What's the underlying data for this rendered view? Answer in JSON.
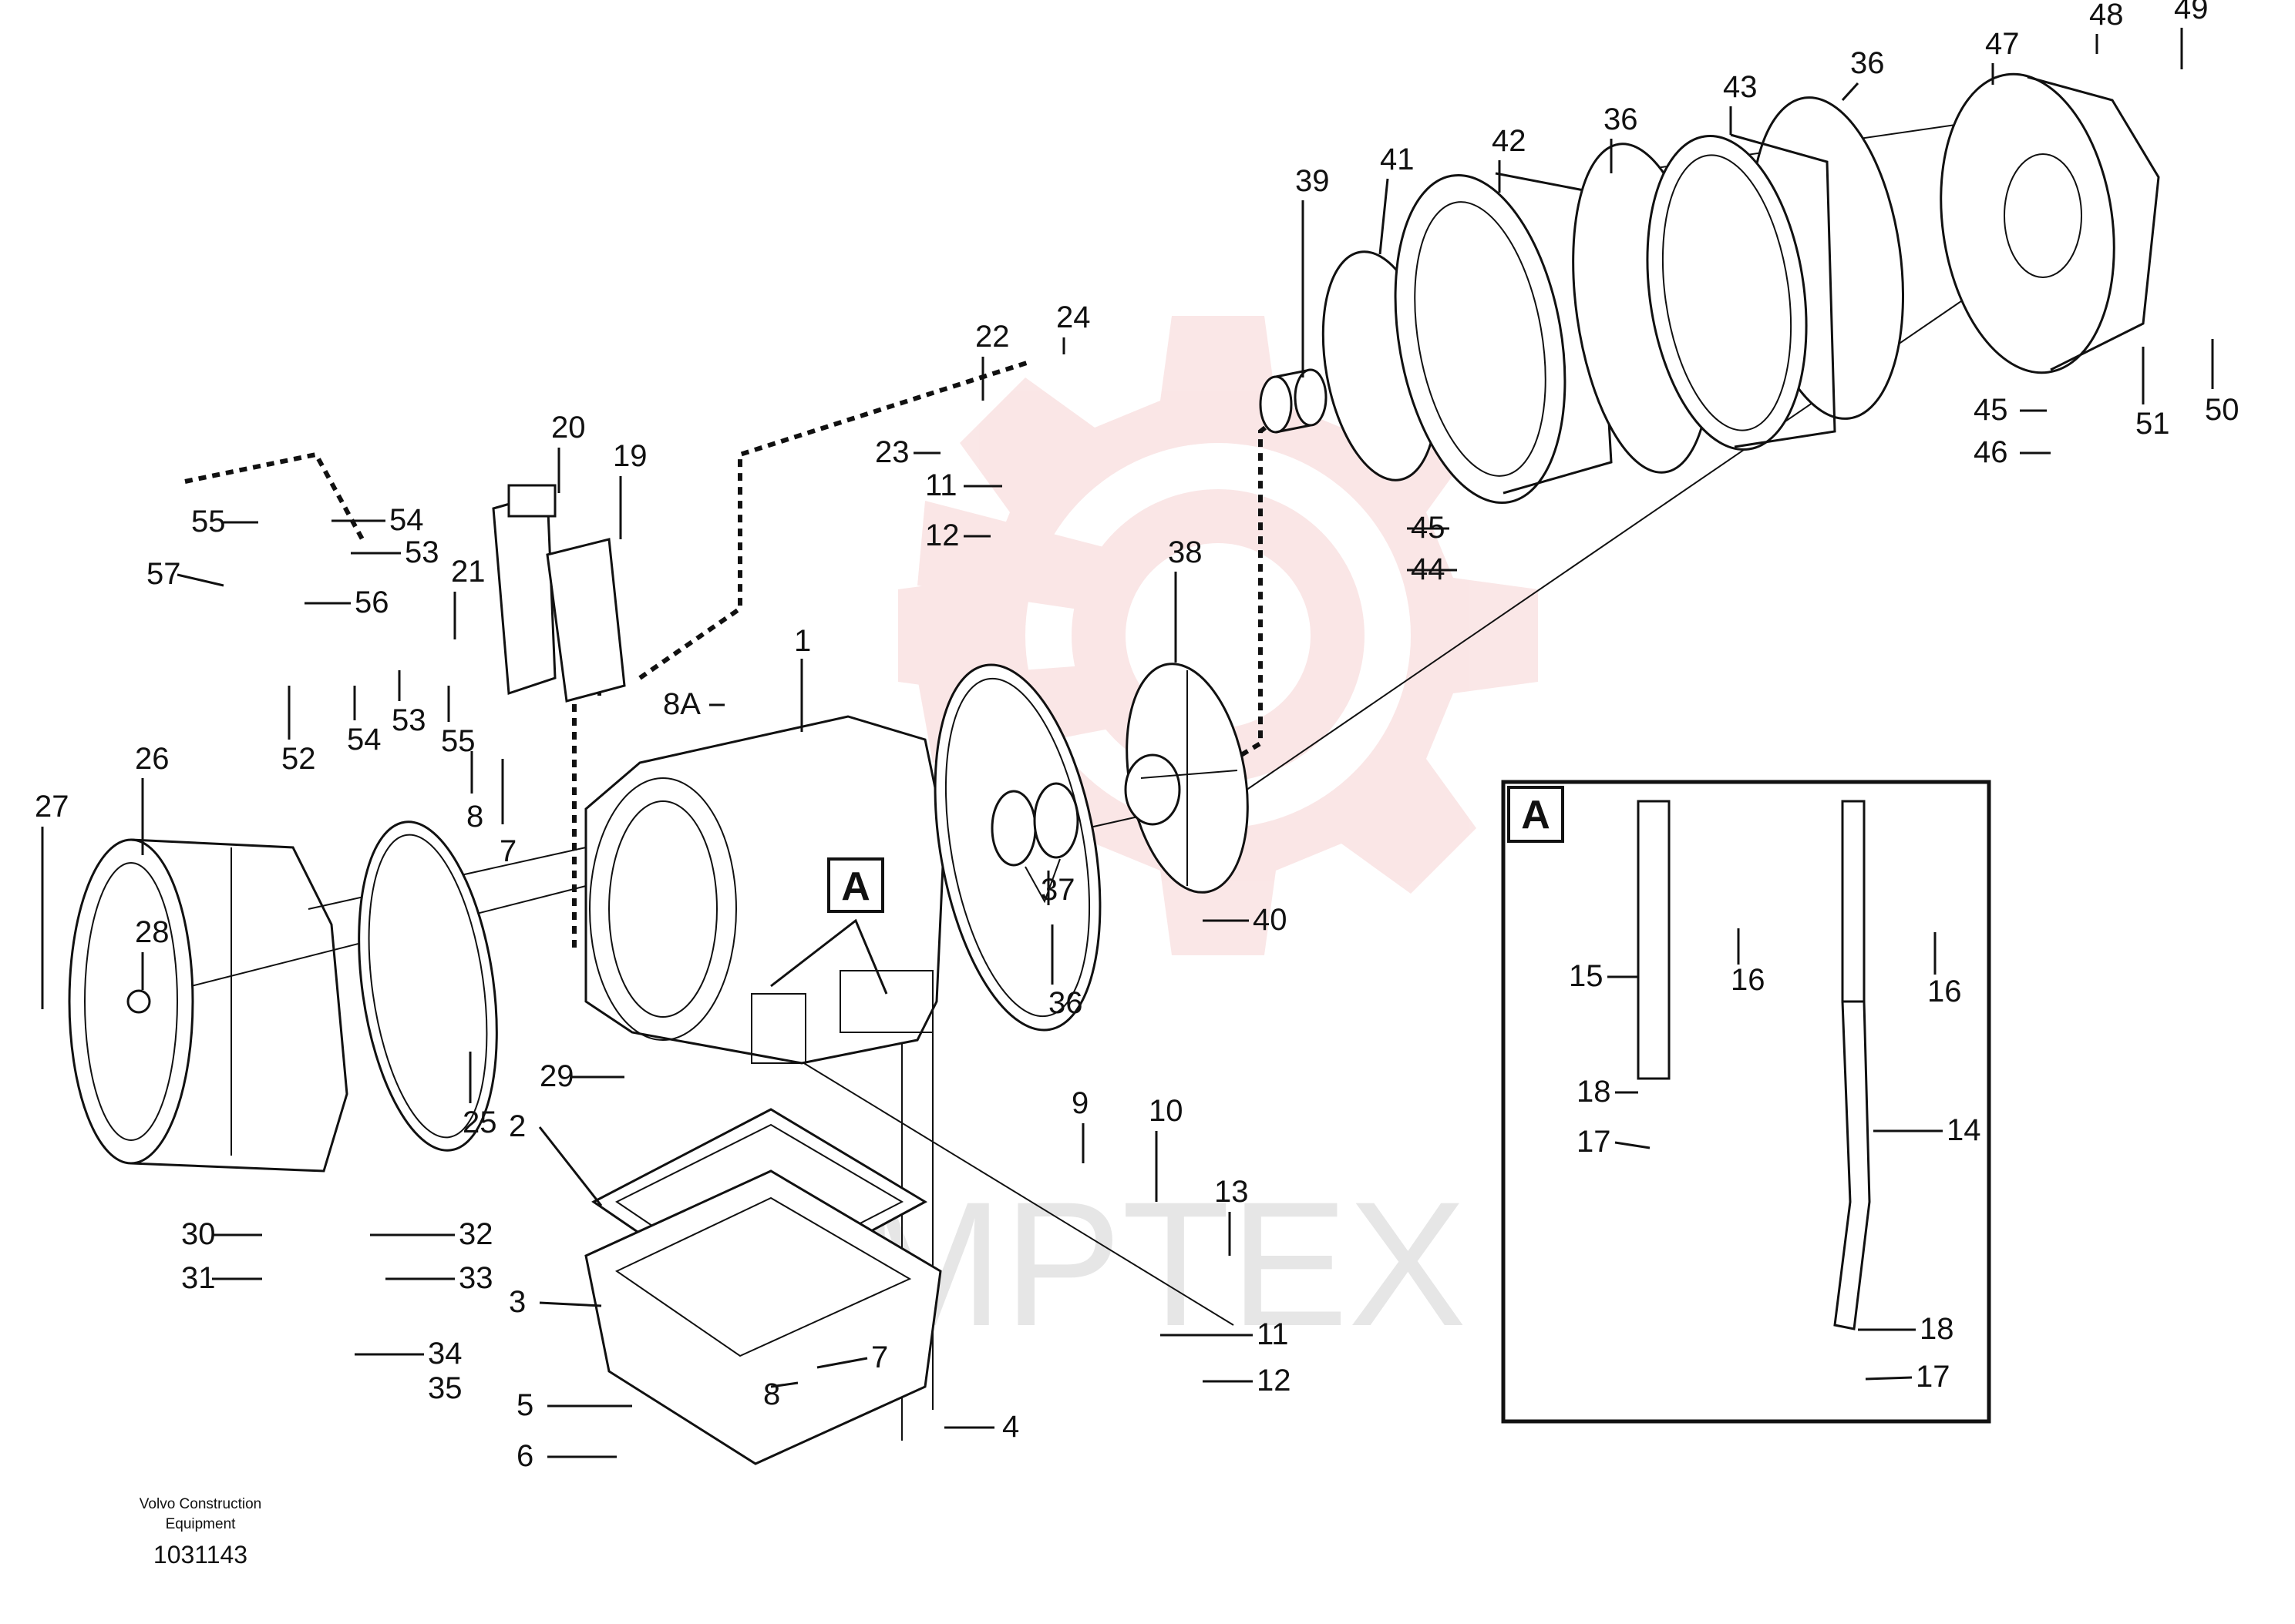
{
  "diagram": {
    "callouts": [
      {
        "id": "c1",
        "label": "1"
      },
      {
        "id": "c2",
        "label": "2"
      },
      {
        "id": "c3",
        "label": "3"
      },
      {
        "id": "c4",
        "label": "4"
      },
      {
        "id": "c5",
        "label": "5"
      },
      {
        "id": "c6",
        "label": "6"
      },
      {
        "id": "c7a",
        "label": "7"
      },
      {
        "id": "c7b",
        "label": "7"
      },
      {
        "id": "c8a",
        "label": "8"
      },
      {
        "id": "c8b",
        "label": "8"
      },
      {
        "id": "c8A",
        "label": "8A"
      },
      {
        "id": "c9",
        "label": "9"
      },
      {
        "id": "c10",
        "label": "10"
      },
      {
        "id": "c11a",
        "label": "11"
      },
      {
        "id": "c11b",
        "label": "11"
      },
      {
        "id": "c12a",
        "label": "12"
      },
      {
        "id": "c12b",
        "label": "12"
      },
      {
        "id": "c13",
        "label": "13"
      },
      {
        "id": "c14",
        "label": "14"
      },
      {
        "id": "c15",
        "label": "15"
      },
      {
        "id": "c16a",
        "label": "16"
      },
      {
        "id": "c16b",
        "label": "16"
      },
      {
        "id": "c17a",
        "label": "17"
      },
      {
        "id": "c17b",
        "label": "17"
      },
      {
        "id": "c18a",
        "label": "18"
      },
      {
        "id": "c18b",
        "label": "18"
      },
      {
        "id": "c19",
        "label": "19"
      },
      {
        "id": "c20",
        "label": "20"
      },
      {
        "id": "c21",
        "label": "21"
      },
      {
        "id": "c22",
        "label": "22"
      },
      {
        "id": "c23",
        "label": "23"
      },
      {
        "id": "c24",
        "label": "24"
      },
      {
        "id": "c25",
        "label": "25"
      },
      {
        "id": "c26",
        "label": "26"
      },
      {
        "id": "c27",
        "label": "27"
      },
      {
        "id": "c28",
        "label": "28"
      },
      {
        "id": "c29",
        "label": "29"
      },
      {
        "id": "c30",
        "label": "30"
      },
      {
        "id": "c31",
        "label": "31"
      },
      {
        "id": "c32",
        "label": "32"
      },
      {
        "id": "c33",
        "label": "33"
      },
      {
        "id": "c34",
        "label": "34"
      },
      {
        "id": "c35",
        "label": "35"
      },
      {
        "id": "c36a",
        "label": "36"
      },
      {
        "id": "c36b",
        "label": "36"
      },
      {
        "id": "c36c",
        "label": "36"
      },
      {
        "id": "c37",
        "label": "37"
      },
      {
        "id": "c38",
        "label": "38"
      },
      {
        "id": "c39",
        "label": "39"
      },
      {
        "id": "c40",
        "label": "40"
      },
      {
        "id": "c41",
        "label": "41"
      },
      {
        "id": "c42",
        "label": "42"
      },
      {
        "id": "c43",
        "label": "43"
      },
      {
        "id": "c44",
        "label": "44"
      },
      {
        "id": "c45a",
        "label": "45"
      },
      {
        "id": "c45b",
        "label": "45"
      },
      {
        "id": "c46",
        "label": "46"
      },
      {
        "id": "c47",
        "label": "47"
      },
      {
        "id": "c48",
        "label": "48"
      },
      {
        "id": "c49",
        "label": "49"
      },
      {
        "id": "c50",
        "label": "50"
      },
      {
        "id": "c51",
        "label": "51"
      },
      {
        "id": "c52",
        "label": "52"
      },
      {
        "id": "c53a",
        "label": "53"
      },
      {
        "id": "c53b",
        "label": "53"
      },
      {
        "id": "c54a",
        "label": "54"
      },
      {
        "id": "c54b",
        "label": "54"
      },
      {
        "id": "c55a",
        "label": "55"
      },
      {
        "id": "c55b",
        "label": "55"
      },
      {
        "id": "c56",
        "label": "56"
      },
      {
        "id": "c57",
        "label": "57"
      }
    ],
    "detail_marker": "A",
    "detail_panel_label": "A",
    "watermark_text": "MPTEX",
    "watermark_color": "#f2c8c8"
  },
  "footer": {
    "maker_line1": "Volvo Construction",
    "maker_line2": "Equipment",
    "doc_number": "1031143"
  }
}
